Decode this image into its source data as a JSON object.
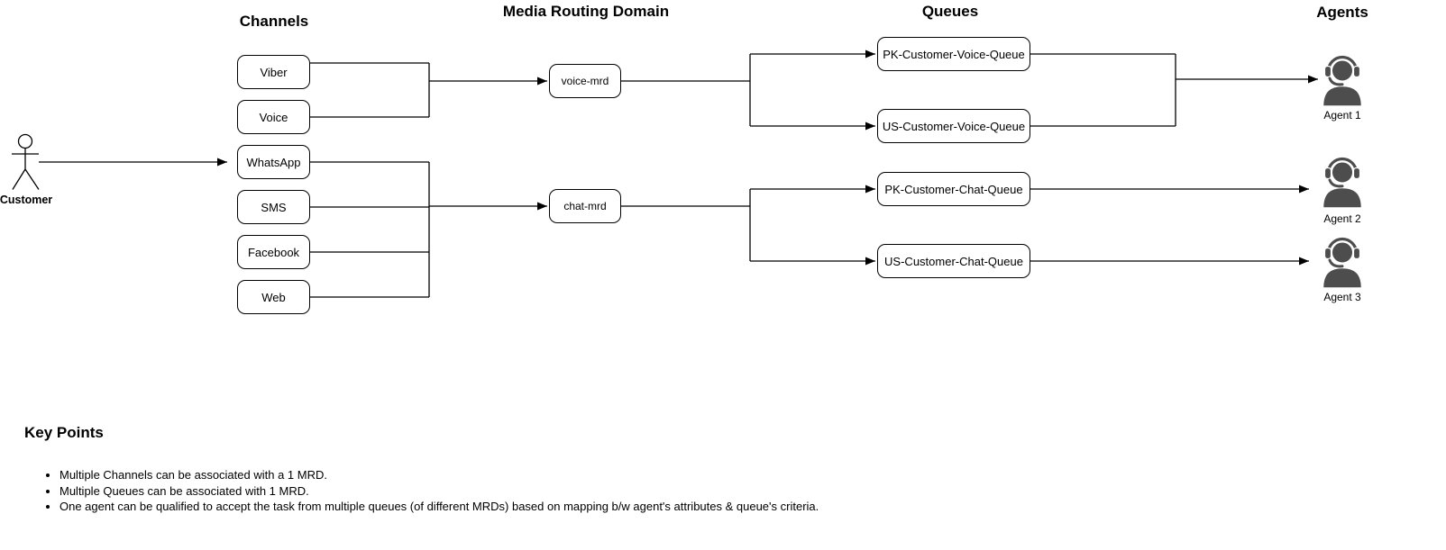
{
  "diagram": {
    "headings": {
      "channels": "Channels",
      "media_routing_domain": "Media Routing Domain",
      "queues": "Queues",
      "agents": "Agents"
    },
    "customer_label": "Customer",
    "channels": [
      "Viber",
      "Voice",
      "WhatsApp",
      "SMS",
      "Facebook",
      "Web"
    ],
    "mrds": [
      "voice-mrd",
      "chat-mrd"
    ],
    "queues": [
      "PK-Customer-Voice-Queue",
      "US-Customer-Voice-Queue",
      "PK-Customer-Chat-Queue",
      "US-Customer-Chat-Queue"
    ],
    "agents": [
      "Agent 1",
      "Agent 2",
      "Agent 3"
    ],
    "icons": {
      "agent": "headset-person-icon",
      "customer": "stick-figure-actor-icon"
    },
    "colors": {
      "line": "#000000",
      "box_border": "#000000",
      "box_fill": "#ffffff",
      "agent_icon": "#4d4d4d",
      "text": "#000000"
    }
  },
  "key_points": {
    "title": "Key Points",
    "bullets": [
      "Multiple Channels can be associated with a 1 MRD.",
      "Multiple Queues can be associated with 1 MRD.",
      "One agent can be qualified to accept the task from multiple queues (of different MRDs) based on mapping b/w agent's attributes & queue's criteria."
    ]
  }
}
